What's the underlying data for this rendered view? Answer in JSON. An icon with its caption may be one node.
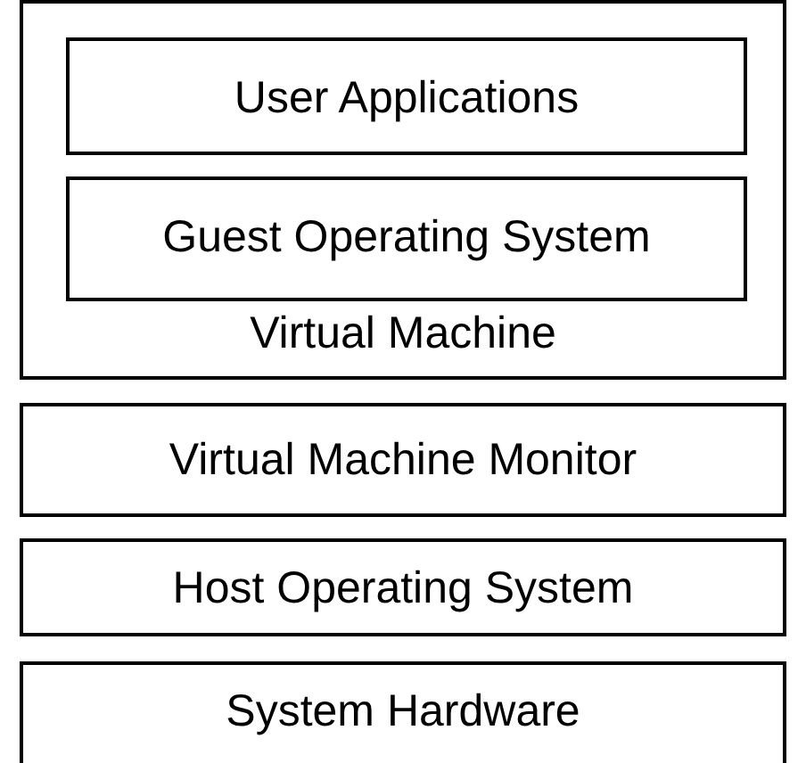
{
  "diagram": {
    "nodes": [
      {
        "text": [
          "Virtual Machine"
        ]
      },
      {
        "text": [
          "User Applications"
        ],
        "in": 0
      },
      {
        "text": [
          "Guest Operating System"
        ],
        "in": 0
      },
      {
        "text": [
          "Virtual Machine Monitor"
        ]
      },
      {
        "text": [
          "Host Operating System"
        ]
      },
      {
        "text": [
          "System Hardware"
        ]
      }
    ],
    "edges": []
  }
}
